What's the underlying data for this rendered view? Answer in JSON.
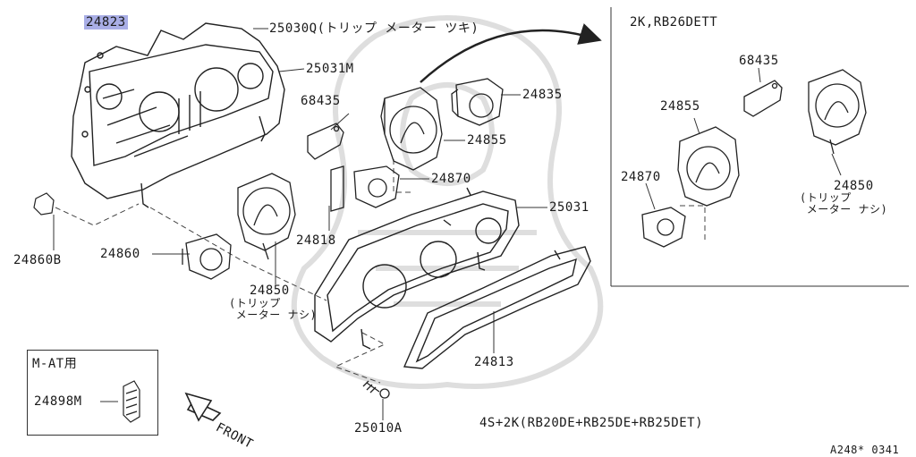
{
  "diagram": {
    "highlight_color": "#a9aee6",
    "line_color": "#333333",
    "watermark_color": "#dedede"
  },
  "labels": {
    "p24823": "24823",
    "p25030q": "25030Q(トリップ メーター ツキ)",
    "p25031m": "25031M",
    "p68435_main": "68435",
    "p24835": "24835",
    "p24855_main": "24855",
    "p24870_main": "24870",
    "p25031": "25031",
    "p24818": "24818",
    "p24860b": "24860B",
    "p24860": "24860",
    "p24850_main": "24850",
    "p24850_main_note": "(トリップ\n メーター ナシ)",
    "p24813": "24813",
    "p25010a": "25010A",
    "front": "FRONT",
    "footer_models": "4S+2K(RB20DE+RB25DE+RB25DET)",
    "figure_code": "A248* 0341"
  },
  "inset_right": {
    "title": "2K,RB26DETT",
    "p68435": "68435",
    "p24855": "24855",
    "p24870": "24870",
    "p24850": "24850",
    "p24850_note": "(トリップ\n メーター ナシ)"
  },
  "inset_left": {
    "title": "M-AT用",
    "p24898m": "24898M"
  }
}
